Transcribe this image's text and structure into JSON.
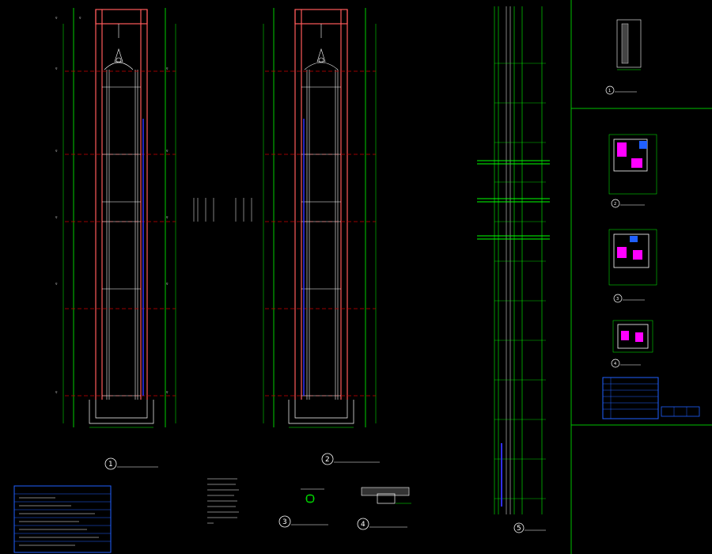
{
  "window": {
    "app": "CAD drawing viewer",
    "background": "#000000"
  },
  "colors": {
    "grid": "#00ff00",
    "wall": "#ff5a5a",
    "level_line": "#cc0000",
    "dimension": "#00ff00",
    "rail": "#3030ff",
    "table_frame": "#2060ff",
    "plan_fill": "#ff00ff",
    "sheet_frame": "#00c000",
    "text": "#ffffff",
    "cyan": "#00ffff"
  },
  "views": {
    "section_1": {
      "number": "1"
    },
    "section_2": {
      "number": "2"
    },
    "detail_3": {
      "number": "3"
    },
    "detail_4": {
      "number": "4"
    },
    "elevation_5": {
      "number": "5"
    },
    "plan_1": {
      "number": "1"
    },
    "plan_2": {
      "number": "2"
    },
    "plan_3": {
      "number": "3"
    },
    "plan_4": {
      "number": "4"
    }
  },
  "icons": {
    "view_marker": "circle-number-icon",
    "level_marker": "triangle-datum-icon",
    "hook_marker": "hoist-hook-icon"
  }
}
